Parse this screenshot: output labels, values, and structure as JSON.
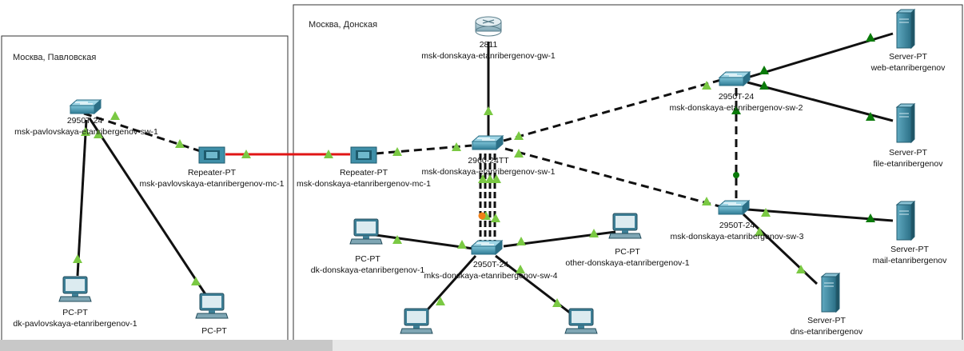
{
  "areas": {
    "pavlovskaya": "Москва, Павловская",
    "donskaya": "Москва, Донская"
  },
  "devices": {
    "gw1": {
      "model": "2811",
      "name": "msk-donskaya-etanribergenov-gw-1"
    },
    "pav_sw1": {
      "model": "2950T-24",
      "name": "msk-pavlovskaya-etanribergenov-sw-1"
    },
    "pav_mc1": {
      "model": "Repeater-PT",
      "name": "msk-pavlovskaya-etanribergenov-mc-1"
    },
    "don_mc1": {
      "model": "Repeater-PT",
      "name": "msk-donskaya-etanribergenov-mc-1"
    },
    "don_sw1": {
      "model": "2960-24TT",
      "name": "msk-donskaya-etanribergenov-sw-1"
    },
    "don_sw2": {
      "model": "2950T-24",
      "name": "msk-donskaya-etanribergenov-sw-2"
    },
    "don_sw3": {
      "model": "2950T-24",
      "name": "msk-donskaya-etanribergenov-sw-3"
    },
    "don_sw4": {
      "model": "2950T-24",
      "name": "mks-donskaya-etanribergenov-sw-4"
    },
    "web": {
      "model": "Server-PT",
      "name": "web-etanribergenov"
    },
    "file": {
      "model": "Server-PT",
      "name": "file-etanribergenov"
    },
    "mail": {
      "model": "Server-PT",
      "name": "mail-etanribergenov"
    },
    "dns": {
      "model": "Server-PT",
      "name": "dns-etanribergenov"
    },
    "dk_pav": {
      "model": "PC-PT",
      "name": "dk-pavlovskaya-etanribergenov-1"
    },
    "pc_pav2": {
      "model": "PC-PT",
      "name": ""
    },
    "dk_don": {
      "model": "PC-PT",
      "name": "dk-donskaya-etanribergenov-1"
    },
    "other_don": {
      "model": "PC-PT",
      "name": "other-donskaya-etanribergenov-1"
    }
  },
  "colors": {
    "link": "#111111",
    "fiber": "#e01515",
    "up_indicator": "#7ac943",
    "up_indicator_dark": "#0a7a0a",
    "blocking_indicator": "#f07f16",
    "device_blue": "#3f8fa8"
  }
}
